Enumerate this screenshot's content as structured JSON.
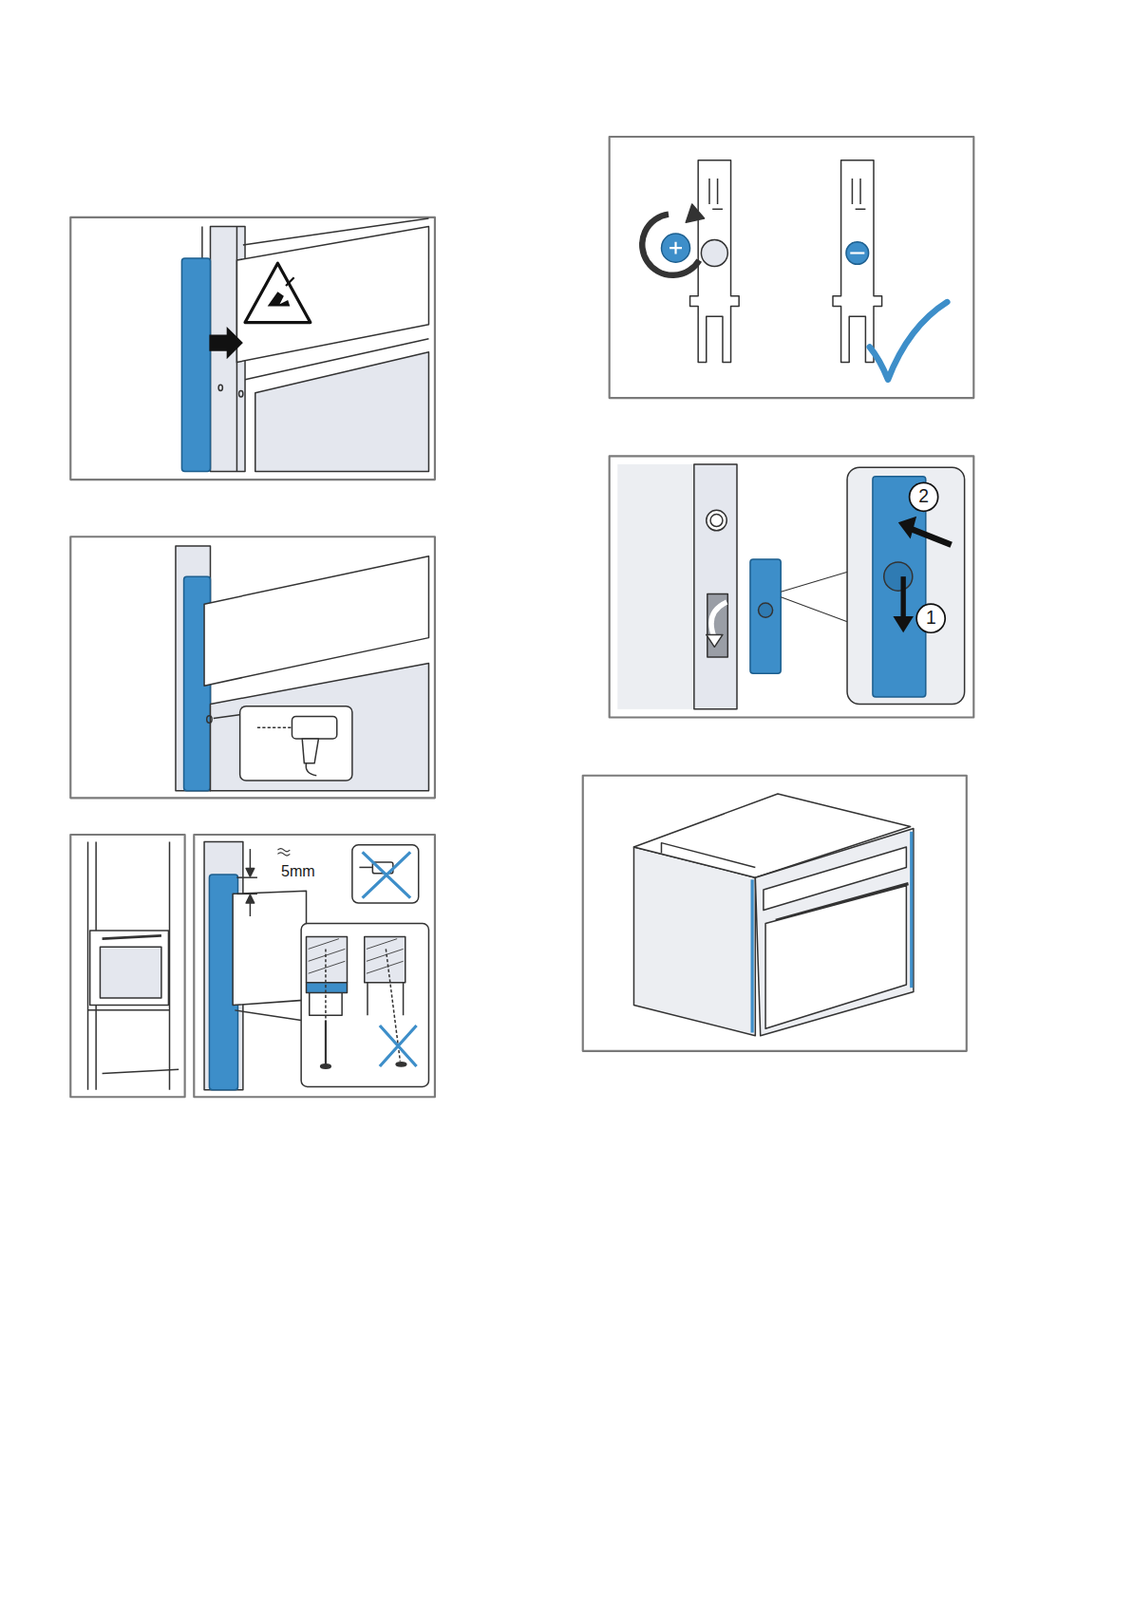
{
  "diagram": {
    "labels": [
      "5mm",
      "2",
      "1"
    ]
  }
}
